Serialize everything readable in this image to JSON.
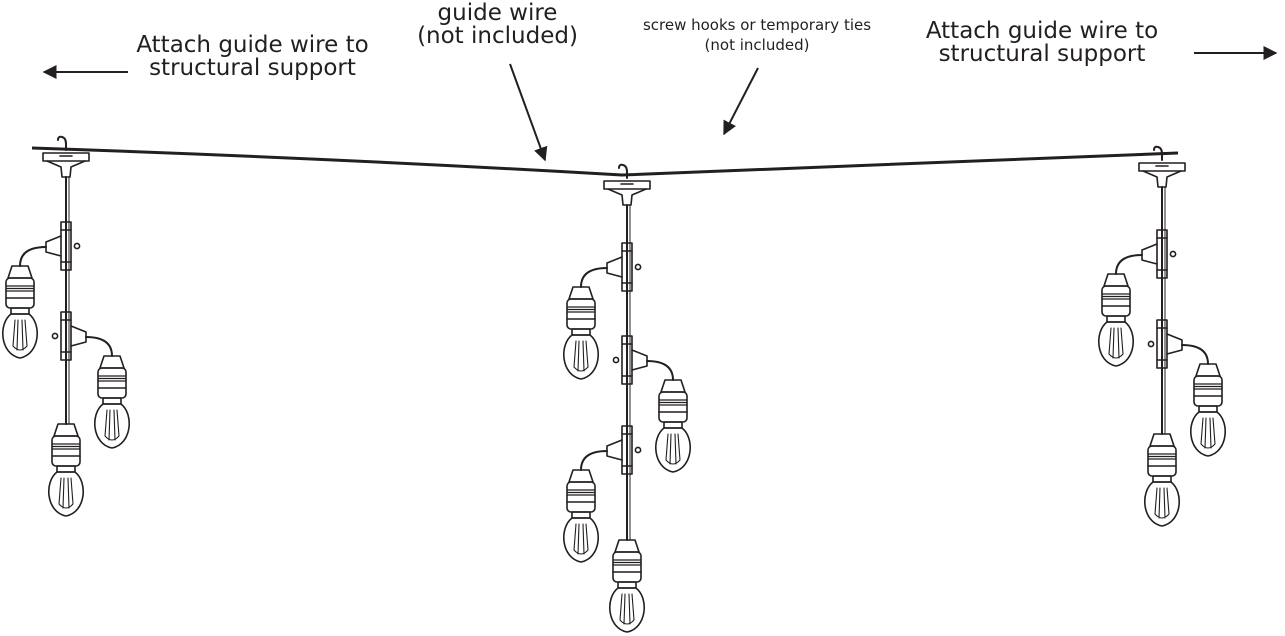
{
  "labels": {
    "attach_left": [
      "Attach guide wire to",
      "structural support"
    ],
    "guide_wire": [
      "guide wire",
      "(not included)"
    ],
    "screw_hooks": [
      "screw hooks or temporary ties",
      "(not included)"
    ],
    "attach_right": [
      "Attach guide wire to",
      "structural support"
    ]
  },
  "colors": {
    "ink": "#231f20",
    "background": "#ffffff"
  },
  "icons": {
    "arrow": "arrow-icon",
    "hook": "s-hook-icon",
    "bulb": "edison-bulb-icon",
    "socket": "t-socket-icon"
  },
  "assemblies": [
    {
      "name": "left",
      "bulbs": 3
    },
    {
      "name": "center",
      "bulbs": 4
    },
    {
      "name": "right",
      "bulbs": 3
    }
  ]
}
